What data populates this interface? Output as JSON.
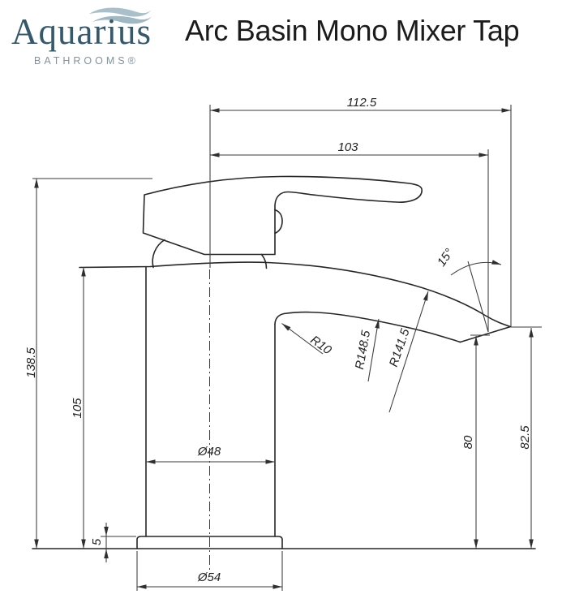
{
  "header": {
    "logo": {
      "brand": "Aquarius",
      "sub": "BATHROOMS®"
    },
    "title": "Arc Basin Mono Mixer Tap"
  },
  "colors": {
    "background": "#ffffff",
    "logo_text": "#35596c",
    "logo_wave": "#a9c0ca",
    "logo_sub": "#82939e",
    "title_text": "#1b1b1b",
    "drawing_lines": "#262626",
    "dimension_lines": "#3a3a3a"
  },
  "drawing": {
    "type": "technical-dimension-drawing",
    "subject": "basin mono mixer tap, side elevation",
    "dims": {
      "overall_width": "112.5",
      "spout_reach": "103",
      "overall_height": "138.5",
      "body_height": "105",
      "outlet_height": "80",
      "tip_height": "82.5",
      "base_plate_thickness": "5",
      "body_diameter": "Ø48",
      "base_diameter": "Ø54",
      "outlet_angle": "15°",
      "radius_small": "R10",
      "radius_inner": "R148.5",
      "radius_outer": "R141.5"
    }
  }
}
